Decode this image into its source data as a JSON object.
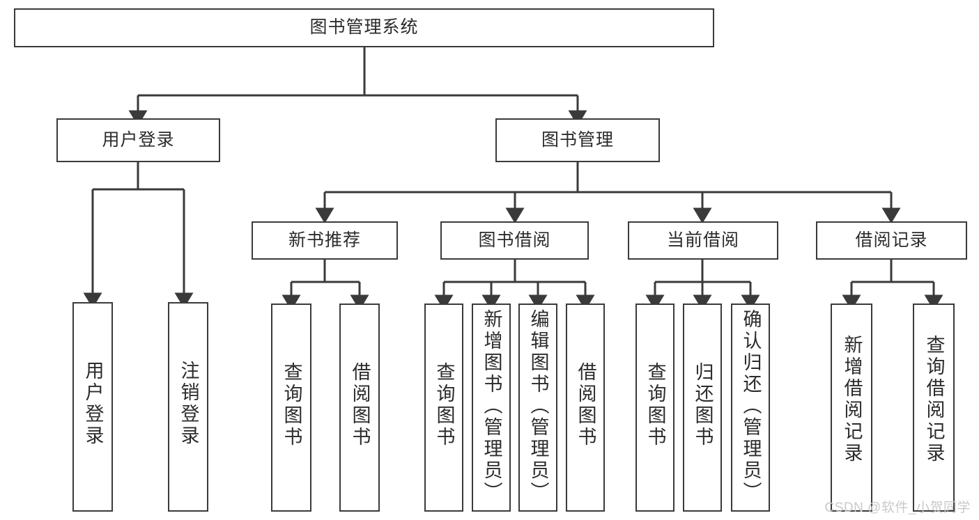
{
  "diagram": {
    "title": "图书管理系统",
    "watermark": "CSDN @软件_小贺同学",
    "root": {
      "label": "图书管理系统"
    },
    "level2": [
      {
        "label": "用户登录"
      },
      {
        "label": "图书管理"
      }
    ],
    "level3": [
      {
        "label": "新书推荐"
      },
      {
        "label": "图书借阅"
      },
      {
        "label": "当前借阅"
      },
      {
        "label": "借阅记录"
      }
    ],
    "leaves": {
      "user_login": [
        {
          "label": "用户登录"
        },
        {
          "label": "注销登录"
        }
      ],
      "new_book": [
        {
          "label": "查询图书"
        },
        {
          "label": "借阅图书"
        }
      ],
      "book_borrow": [
        {
          "label": "查询图书"
        },
        {
          "label": "新增图书（管理员）"
        },
        {
          "label": "编辑图书（管理员）"
        },
        {
          "label": "借阅图书"
        }
      ],
      "current_borrow": [
        {
          "label": "查询图书"
        },
        {
          "label": "归还图书"
        },
        {
          "label": "确认归还（管理员）"
        }
      ],
      "borrow_record": [
        {
          "label": "新增借阅记录"
        },
        {
          "label": "查询借阅记录"
        }
      ]
    }
  },
  "colors": {
    "stroke": "#3a3a3a",
    "text": "#2b2b2b",
    "background": "#ffffff",
    "watermark": "#c9c9c9"
  }
}
